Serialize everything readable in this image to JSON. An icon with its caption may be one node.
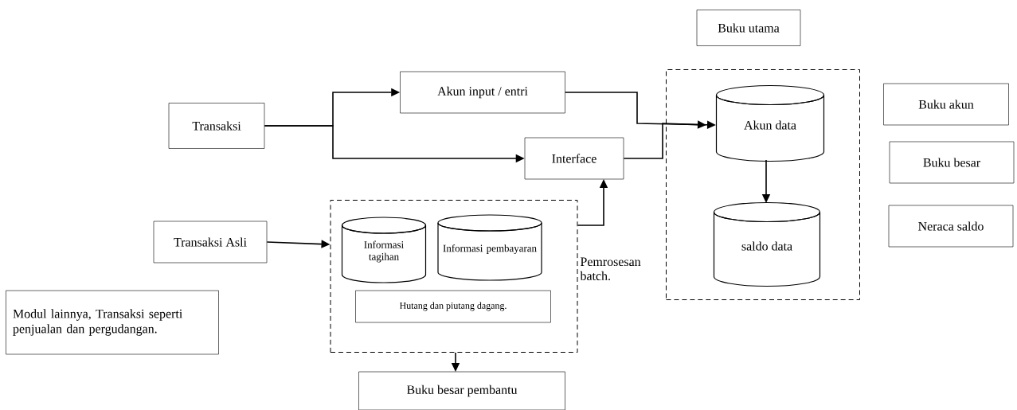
{
  "diagram": {
    "nodes": [
      {
        "text": [
          "Transaksi"
        ]
      },
      {
        "text": [
          "Akun input / entri"
        ]
      },
      {
        "text": [
          "Interface"
        ]
      },
      {
        "text": [
          "Buku utama"
        ]
      },
      {
        "text": [],
        "shape": "box"
      },
      {
        "text": [
          "Akun data"
        ],
        "in": 4
      },
      {
        "text": [
          "saldo data"
        ],
        "in": 4
      },
      {
        "text": [
          "Buku akun"
        ]
      },
      {
        "text": [
          "Buku besar"
        ]
      },
      {
        "text": [
          "Neraca saldo"
        ]
      },
      {
        "text": [
          "Transaksi Asli"
        ]
      },
      {
        "text": [],
        "shape": "box"
      },
      {
        "text": [
          "Informasi tagihan"
        ],
        "in": 11
      },
      {
        "text": [
          "Informasi pembayaran"
        ],
        "in": 11
      },
      {
        "text": [
          "Hutang dan piutang dagang."
        ],
        "in": 11
      },
      {
        "text": [
          "Modul lainnya, Transaksi seperti penjualan dan pergudangan."
        ]
      },
      {
        "text": [
          "Buku besar pembantu"
        ]
      }
    ],
    "edges": [
      {
        "from": 0,
        "to": 1,
        "arrow": "to"
      },
      {
        "from": 0,
        "to": 2,
        "arrow": "to"
      },
      {
        "from": 1,
        "to": 5,
        "arrow": "to"
      },
      {
        "from": 2,
        "to": 5,
        "arrow": "to"
      },
      {
        "from": 10,
        "to": 11,
        "arrow": "to"
      },
      {
        "from": 11,
        "to": 2,
        "arrow": "to",
        "label": "Pemrosesan batch."
      },
      {
        "from": 11,
        "to": 16,
        "arrow": "to"
      },
      {
        "from": 5,
        "to": 6,
        "arrow": "to"
      }
    ]
  }
}
